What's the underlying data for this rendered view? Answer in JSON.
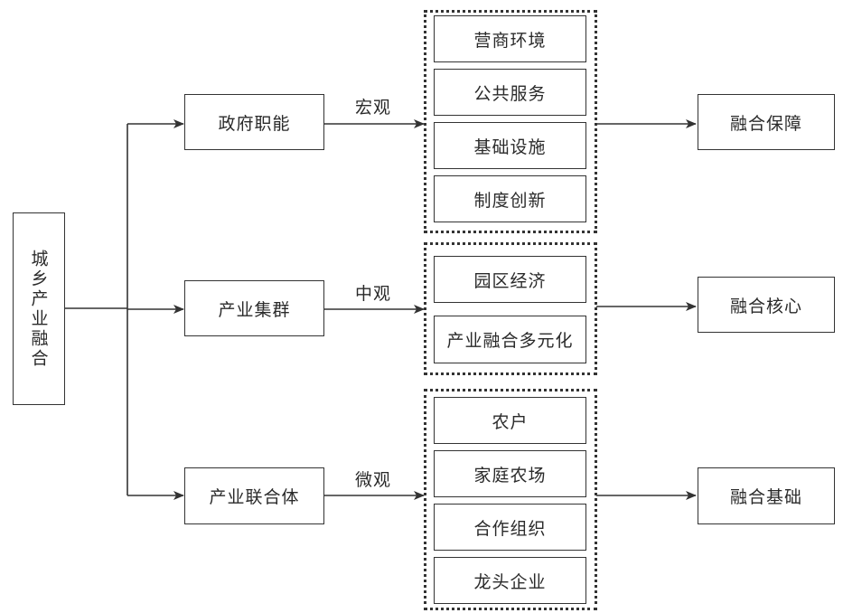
{
  "root": {
    "label": "城乡产业融合"
  },
  "levels": [
    {
      "subject": "政府职能",
      "scale": "宏观",
      "elements": [
        "营商环境",
        "公共服务",
        "基础设施",
        "制度创新"
      ],
      "result": "融合保障"
    },
    {
      "subject": "产业集群",
      "scale": "中观",
      "elements": [
        "园区经济",
        "产业融合多元化"
      ],
      "result": "融合核心"
    },
    {
      "subject": "产业联合体",
      "scale": "微观",
      "elements": [
        "农户",
        "家庭农场",
        "合作组织",
        "龙头企业"
      ],
      "result": "融合基础"
    }
  ],
  "style": {
    "line_color": "#333333",
    "text_color": "#2a2a2a",
    "background": "#ffffff"
  }
}
